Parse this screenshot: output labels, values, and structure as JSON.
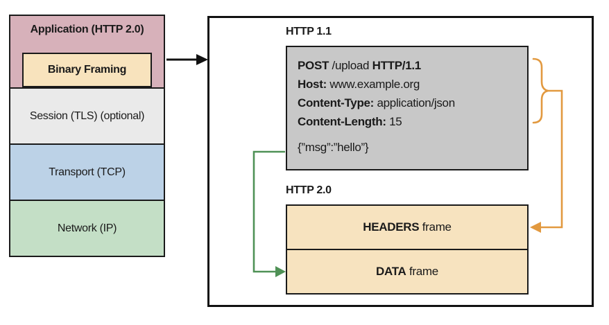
{
  "colors": {
    "application_fill": "#d7b1ba",
    "binary_framing_fill": "#f8e3bd",
    "session_fill": "#eaeaea",
    "transport_fill": "#bcd2e7",
    "network_fill": "#c4dfc6",
    "request_fill": "#c8c8c8",
    "frame_fill": "#f7e3bf",
    "border": "#1a1a1a",
    "headers_connector_orange": "#e2993f",
    "data_connector_green": "#4f9156"
  },
  "stack": {
    "application": "Application (HTTP 2.0)",
    "binary_framing": "Binary Framing",
    "session": "Session (TLS) (optional)",
    "transport": "Transport (TCP)",
    "network": "Network (IP)"
  },
  "detail": {
    "http11_label": "HTTP 1.1",
    "request": {
      "line1": {
        "b1": "POST",
        "r1": " /upload ",
        "b2": "HTTP/1.1"
      },
      "line2": {
        "b1": "Host:",
        "r1": " www.example.org"
      },
      "line3": {
        "b1": "Content-Type:",
        "r1": " application/json"
      },
      "line4": {
        "b1": "Content-Length:",
        "r1": " 15"
      },
      "body": "{”msg”:”hello”}"
    },
    "http2_label": "HTTP 2.0",
    "frames": {
      "headers": {
        "b": "HEADERS",
        "r": " frame"
      },
      "data": {
        "b": "DATA",
        "r": " frame"
      }
    }
  }
}
